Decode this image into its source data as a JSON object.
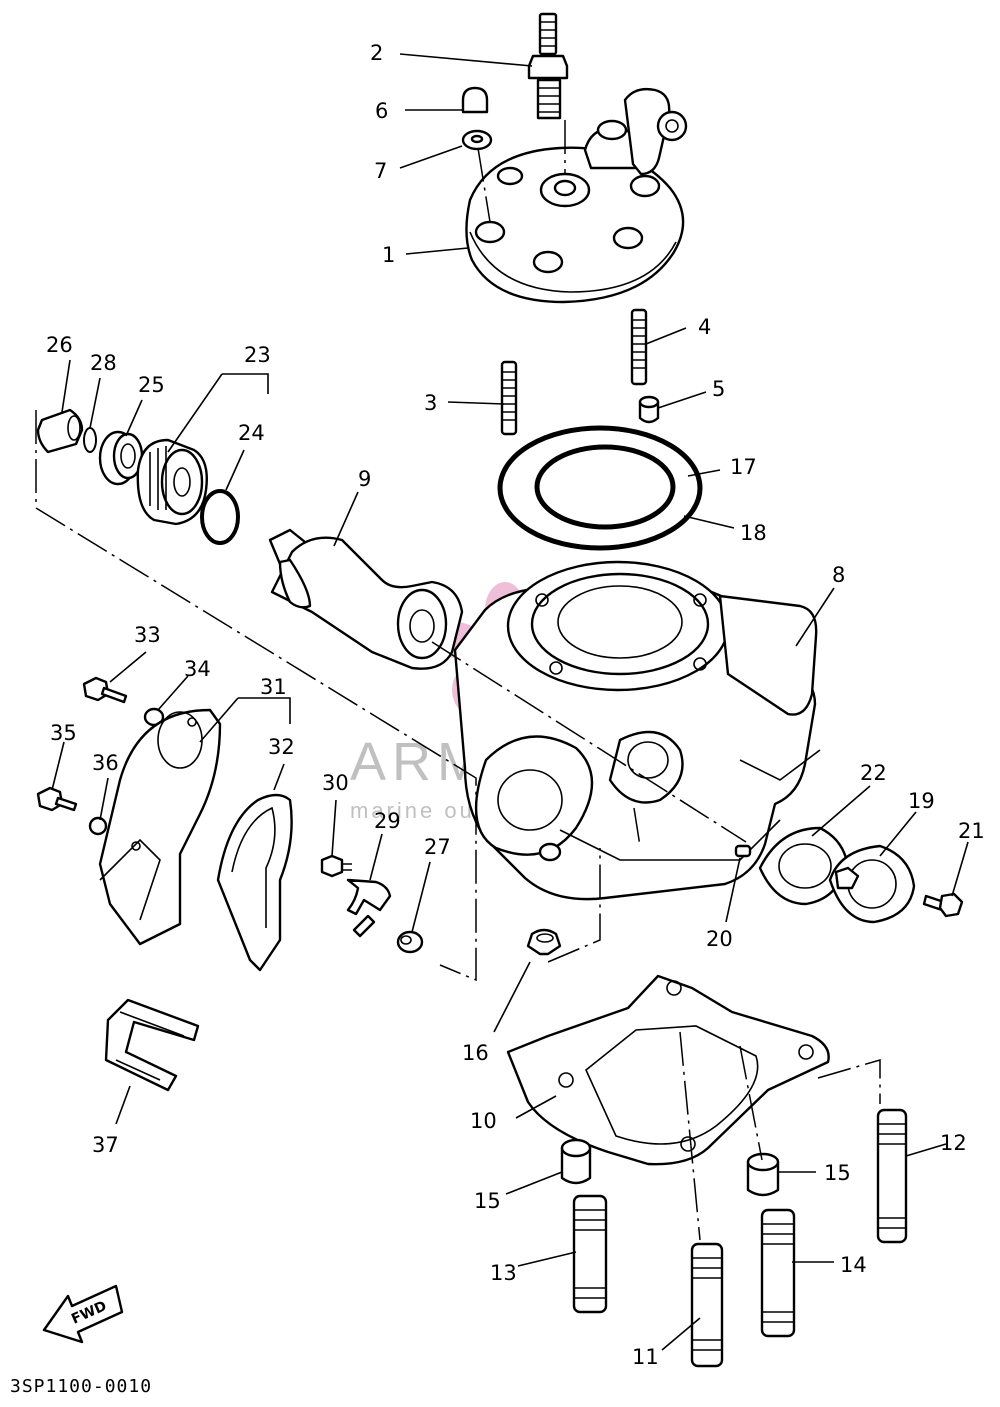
{
  "document_code": "3SP1100-0010",
  "fwd_label": "FWD",
  "watermark": {
    "brand": "ARMADA",
    "tagline": "marine outboards",
    "accent_color": "#e8a2c8",
    "text_color": "#8d8d8d"
  },
  "callouts": {
    "p1": "1",
    "p2": "2",
    "p3": "3",
    "p4": "4",
    "p5": "5",
    "p6": "6",
    "p7": "7",
    "p8": "8",
    "p9": "9",
    "p10": "10",
    "p11": "11",
    "p12": "12",
    "p13": "13",
    "p14": "14",
    "p15a": "15",
    "p15b": "15",
    "p16": "16",
    "p17": "17",
    "p18": "18",
    "p19": "19",
    "p20": "20",
    "p21": "21",
    "p22": "22",
    "p23": "23",
    "p24": "24",
    "p25": "25",
    "p26": "26",
    "p27": "27",
    "p28": "28",
    "p29": "29",
    "p30": "30",
    "p31": "31",
    "p32": "32",
    "p33": "33",
    "p34": "34",
    "p35": "35",
    "p36": "36",
    "p37": "37"
  }
}
